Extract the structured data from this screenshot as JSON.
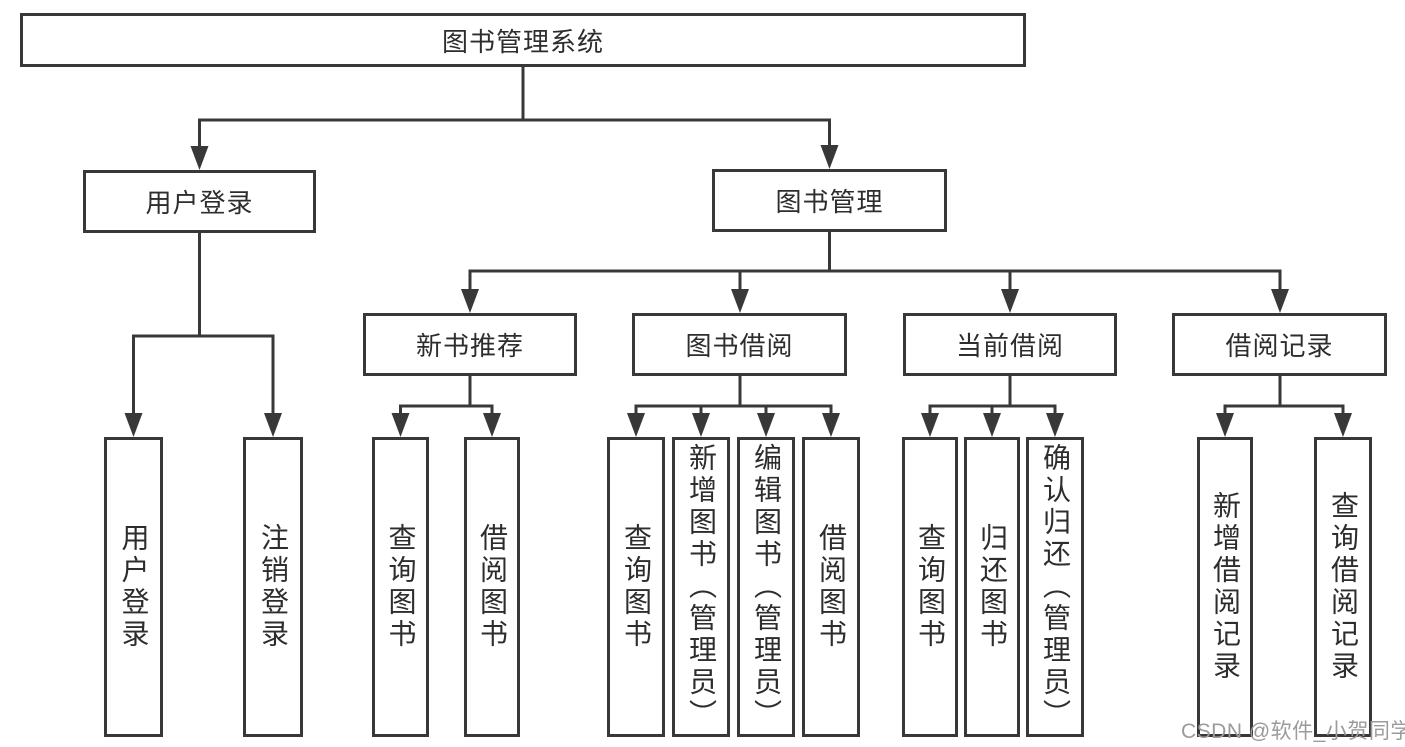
{
  "diagram": {
    "root": {
      "label": "图书管理系统"
    },
    "level2": {
      "user_login": {
        "label": "用户登录"
      },
      "book_mgmt": {
        "label": "图书管理"
      }
    },
    "level3": {
      "new_book_rec": {
        "label": "新书推荐"
      },
      "book_borrow": {
        "label": "图书借阅"
      },
      "current_borrow": {
        "label": "当前借阅"
      },
      "borrow_record": {
        "label": "借阅记录"
      }
    },
    "leaves": {
      "user_login": {
        "label": "用户登录"
      },
      "logout": {
        "label": "注销登录"
      },
      "query_book_newrec": {
        "label": "查询图书"
      },
      "borrow_book_newrec": {
        "label": "借阅图书"
      },
      "query_book_borrow": {
        "label": "查询图书"
      },
      "add_book": {
        "label": "新增图书（管理员）"
      },
      "edit_book": {
        "label": "编辑图书（管理员）"
      },
      "borrow_book_borrow": {
        "label": "借阅图书"
      },
      "query_book_current": {
        "label": "查询图书"
      },
      "return_book": {
        "label": "归还图书"
      },
      "confirm_return": {
        "label": "确认归还（管理员）"
      },
      "add_record": {
        "label": "新增借阅记录"
      },
      "query_record": {
        "label": "查询借阅记录"
      }
    }
  },
  "watermark": {
    "text": "CSDN @软件_小贺同学"
  },
  "colors": {
    "line": "#383838",
    "text": "#2d2d2d",
    "watermark": "#9b9b9b",
    "background": "#ffffff"
  }
}
